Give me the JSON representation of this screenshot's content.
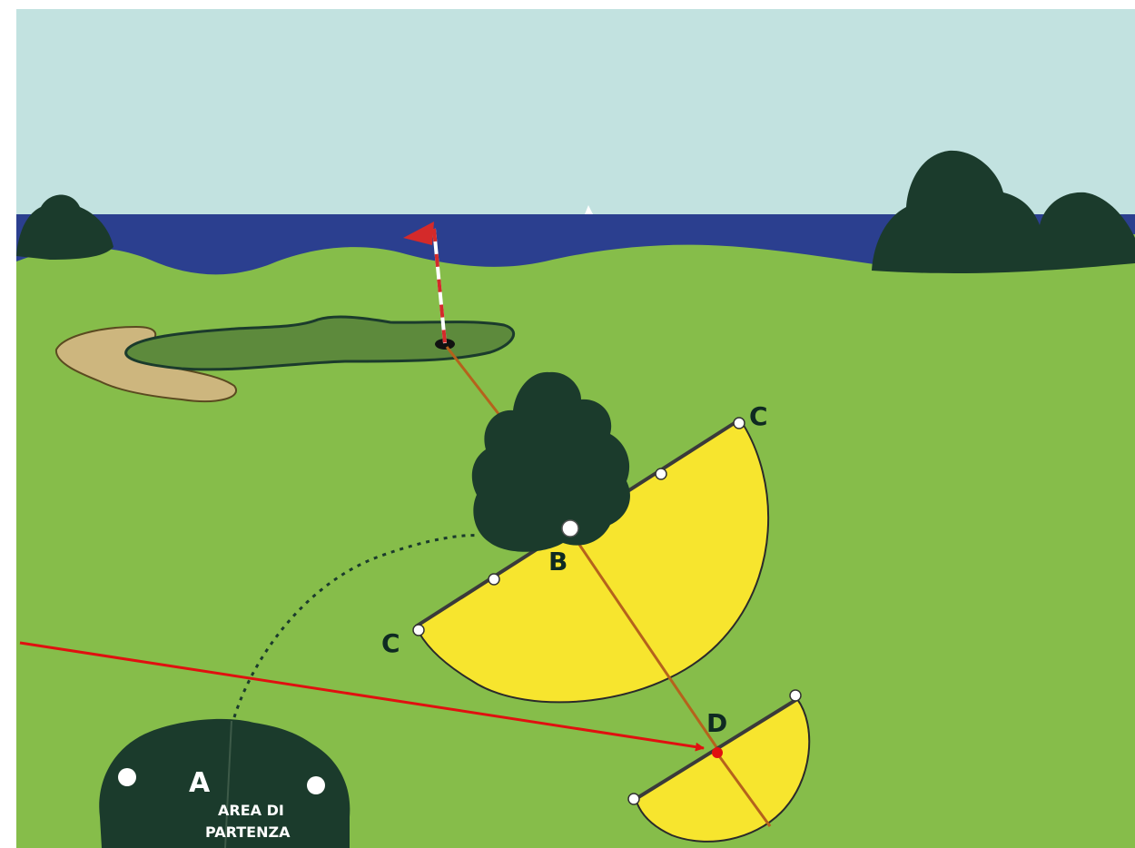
{
  "labels": {
    "tee": "A",
    "ball_position": "B",
    "circle_edge_left": "C",
    "circle_edge_right": "C",
    "drop_point": "D"
  },
  "tee_area": {
    "line1": "AREA DI",
    "line2": "PARTENZA"
  },
  "colors": {
    "sky": "#c2e2e0",
    "sea": "#2b3f8f",
    "grass": "#86bd4a",
    "trees": "#1b3b2c",
    "green": "#5d8a3c",
    "bunker": "#cdb67e",
    "relief_area": "#f7e52e",
    "play_line": "#b5621c",
    "flag": "#d42a2a",
    "pointer_arrow": "#e01010"
  }
}
